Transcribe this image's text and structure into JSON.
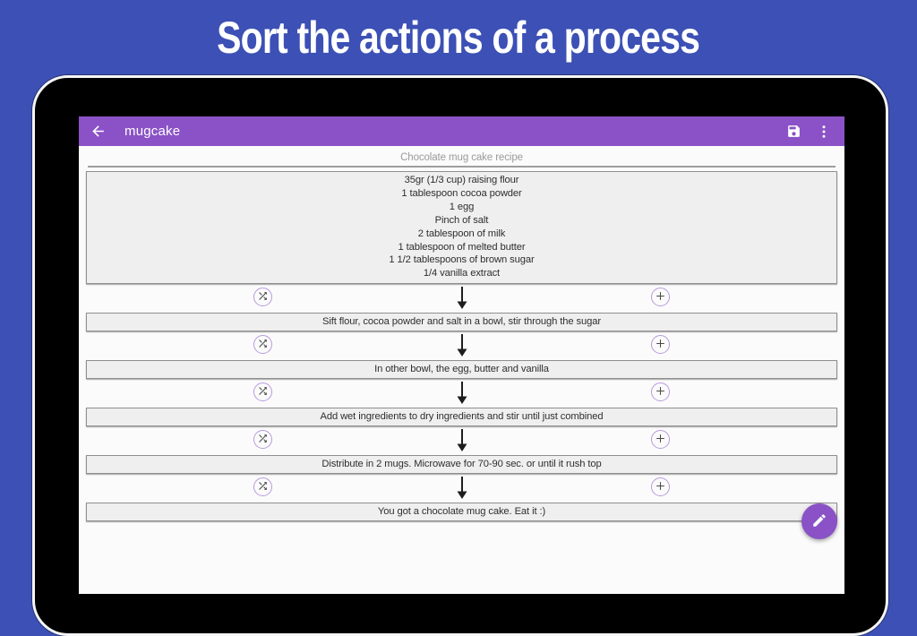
{
  "colors": {
    "background_blue": "#3c50b5",
    "toolbar_purple": "#8a52c6",
    "fab_purple": "#8a52c6",
    "circle_button_border": "#b79ade",
    "screen_background": "#fbfbfb"
  },
  "banner": {
    "title": "Sort the actions of a process"
  },
  "toolbar": {
    "title": "mugcake",
    "back_icon": "back-arrow",
    "save_icon": "save",
    "menu_icon": "overflow-menu"
  },
  "process": {
    "title": "Chocolate mug cake recipe",
    "connector": {
      "shuffle_icon": "shuffle",
      "arrow_icon": "down-arrow",
      "add_icon": "add"
    },
    "steps": [
      {
        "lines": [
          "35gr (1/3 cup) raising flour",
          "1 tablespoon cocoa powder",
          "1 egg",
          "Pinch of salt",
          "2 tablespoon of milk",
          "1 tablespoon of melted butter",
          "1 1/2 tablespoons of brown sugar",
          "1/4 vanilla extract"
        ]
      },
      {
        "lines": [
          "Sift flour, cocoa powder and salt in a bowl, stir through the sugar"
        ]
      },
      {
        "lines": [
          "In other bowl, the egg, butter and vanilla"
        ]
      },
      {
        "lines": [
          "Add wet ingredients to dry ingredients and stir until just combined"
        ]
      },
      {
        "lines": [
          "Distribute in 2 mugs. Microwave for 70-90 sec. or until it rush top"
        ]
      },
      {
        "lines": [
          "You got a chocolate mug cake. Eat it :)"
        ]
      }
    ]
  },
  "fab": {
    "icon": "edit-pencil"
  }
}
